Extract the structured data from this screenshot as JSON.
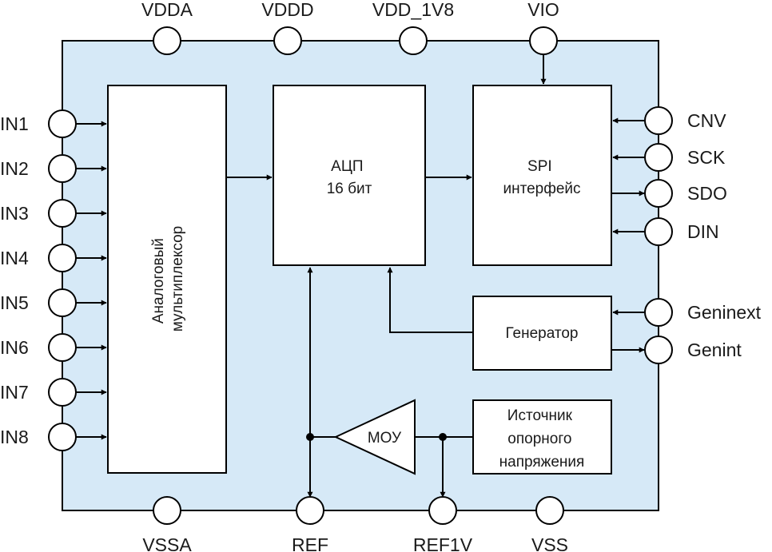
{
  "pins": {
    "top": [
      "VDDA",
      "VDDD",
      "VDD_1V8",
      "VIO"
    ],
    "left": [
      "IN1",
      "IN2",
      "IN3",
      "IN4",
      "IN5",
      "IN6",
      "IN7",
      "IN8"
    ],
    "right": [
      "CNV",
      "SCK",
      "SDO",
      "DIN",
      "Geninext",
      "Genint"
    ],
    "bottom": [
      "VSSA",
      "REF",
      "REF1V",
      "VSS"
    ]
  },
  "blocks": {
    "mux": [
      "Аналоговый",
      "мультиплексор"
    ],
    "adc": [
      "АЦП",
      "16 бит"
    ],
    "spi": [
      "SPI",
      "интерфейс"
    ],
    "generator": [
      "Генератор"
    ],
    "buffer": [
      "МОУ"
    ],
    "reference": [
      "Источник",
      "опорного",
      "напряжения"
    ]
  },
  "colors": {
    "chip_fill": "#d6e9f7",
    "line": "#000000",
    "block_fill": "#ffffff"
  }
}
